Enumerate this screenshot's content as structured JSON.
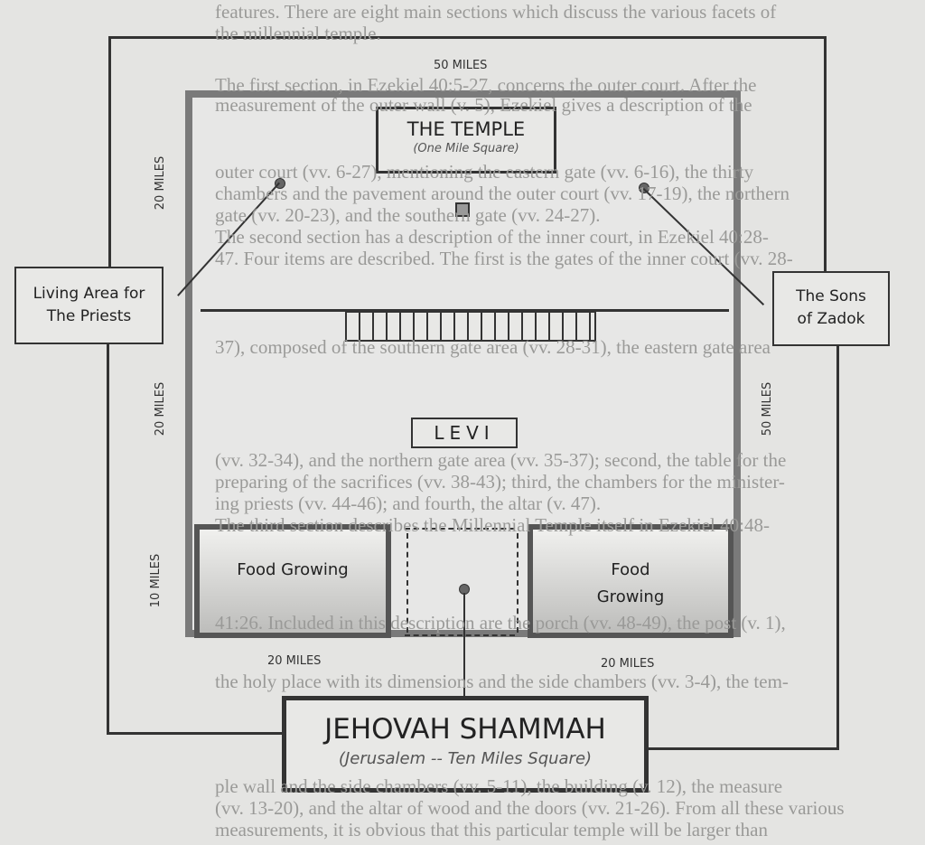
{
  "background_text": [
    "features. There are eight main sections which discuss the various facets of",
    "the millennial temple.",
    "The first section, in Ezekiel 40:5-27, concerns the outer court. After the",
    "measurement of the outer wall (v. 5), Ezekiel gives a description of the",
    "outer court (vv. 6-27), mentioning the eastern gate (vv. 6-16), the thirty",
    "chambers and the pavement around the outer court (vv. 17-19), the northern",
    "gate (vv. 20-23), and the southern gate (vv. 24-27).",
    "The second section has a description of the inner court, in Ezekiel 40:28-",
    "47. Four items are described. The first is the gates of the inner court (vv. 28-",
    "37), composed of the southern gate area (vv. 28-31), the eastern gate area",
    "(vv. 32-34), and the northern gate area (vv. 35-37); second, the table for the",
    "preparing of the sacrifices (vv. 38-43); third, the chambers for the minister-",
    "ing priests (vv. 44-46); and fourth, the altar (v. 47).",
    "The third section describes the Millennial Temple itself in Ezekiel 40:48-",
    "41:26. Included in this description are the porch (vv. 48-49), the post (v. 1),",
    "the holy place with its dimensions and the side chambers (vv. 3-4), the tem-",
    "ple wall and the side chambers (vv. 5-11), the building (v. 12), the measure",
    "(vv. 13-20), and the altar of wood and the doors (vv. 21-26). From all these various",
    "measurements, it is obvious that this particular temple will be larger than"
  ],
  "diagram": {
    "top_miles": "50 MILES",
    "left_upper_miles": "20 MILES",
    "left_middle_miles": "20 MILES",
    "left_lower_miles": "10 MILES",
    "bottom_left_miles": "20 MILES",
    "bottom_right_miles": "20 MILES",
    "right_miles": "50 MILES",
    "temple_title": "THE TEMPLE",
    "temple_subtitle": "(One Mile Square)",
    "levi": "LEVI",
    "living_area": "Living Area for The Priests",
    "sons_of_zadok": "The Sons of Zadok",
    "food_left": "Food Growing",
    "food_right": "Food Growing",
    "city_title": "JEHOVAH SHAMMAH",
    "city_subtitle": "(Jerusalem -- Ten Miles Square)"
  }
}
